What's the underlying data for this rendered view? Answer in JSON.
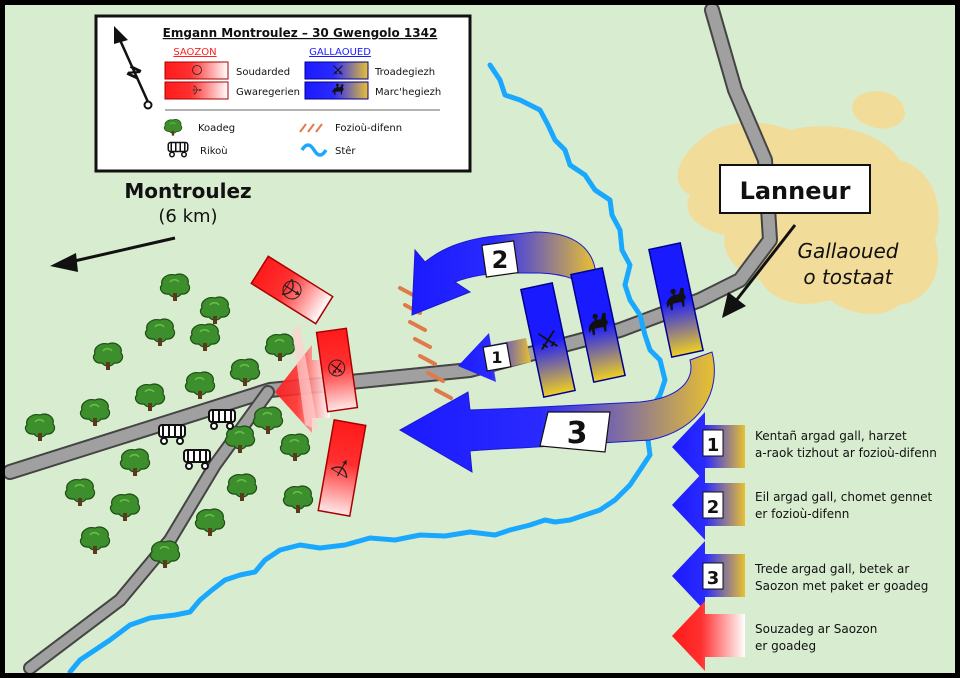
{
  "title": "Emgann Montroulez – 30 Gwengolo 1342",
  "compass_letter": "N",
  "legend": {
    "saozon_heading": "SAOZON",
    "gallaoued_heading": "GALLAOUED",
    "soudarded": "Soudarded",
    "gwaregerien": "Gwaregerien",
    "troadegiezh": "Troadegiezh",
    "marchegiezh": "Marc'hegiezh",
    "koadeg": "Koadeg",
    "fiziou_difenn": "Fozioù-difenn",
    "rikou": "Rikoù",
    "ster": "Stêr"
  },
  "places": {
    "montroulez": "Montroulez",
    "montroulez_distance": "(6 km)",
    "lanneur": "Lanneur",
    "gallaoued_line1": "Gallaoued",
    "gallaoued_line2": "o tostaat"
  },
  "attack_numbers": [
    "1",
    "2",
    "3"
  ],
  "key": [
    {
      "number": "1",
      "line1": "Kentañ argad gall, harzet",
      "line2": "a-raok tizhout ar fozioù-difenn"
    },
    {
      "number": "2",
      "line1": "Eil argad gall, chomet gennet",
      "line2": "er fozioù-difenn"
    },
    {
      "number": "3",
      "line1": "Trede argad gall, betek ar",
      "line2": "Saozon met paket er goadeg"
    },
    {
      "number": "",
      "line1": "Souzadeg ar Saozon",
      "line2": "er goadeg"
    }
  ],
  "colors": {
    "background": "#d8edd0",
    "frame": "#000000",
    "english_red": "#ff2020",
    "french_blue": "#1a1aff",
    "french_gold": "#e8c020",
    "river": "#1aa8ff",
    "road": "#a0a0a0",
    "town": "#f2dc9a",
    "tree": "#3c8f2c",
    "stakes": "#e07a4a"
  },
  "icons": {
    "compass": "north-arrow-icon",
    "tree": "tree-icon",
    "wagon": "wagon-icon",
    "stakes": "stakes-icon",
    "river": "river-icon",
    "archer": "bow-icon",
    "soldier": "crossed-swords-icon",
    "horse": "horse-icon"
  }
}
